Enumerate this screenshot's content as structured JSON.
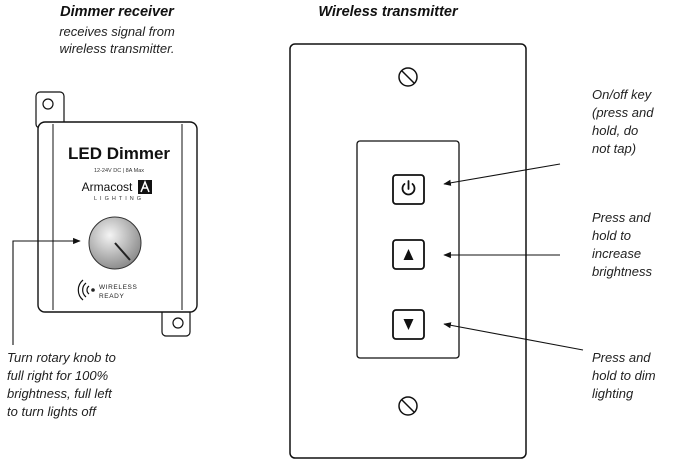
{
  "receiver": {
    "heading": "Dimmer receiver",
    "caption": [
      "receives signal from",
      "wireless transmitter."
    ],
    "title": "LED Dimmer",
    "spec": "12-24V DC  |  8A Max",
    "brand": "Armacost",
    "brand_sub": "LIGHTING",
    "wireless_badge": [
      "WIRELESS",
      "READY"
    ],
    "knob_note": [
      "Turn rotary knob to",
      "full right for 100%",
      "brightness, full left",
      "to turn lights off"
    ]
  },
  "transmitter": {
    "heading": "Wireless transmitter",
    "keys": [
      {
        "icon": "power-icon",
        "label": [
          "On/off key",
          "(press and",
          "hold, do",
          "not tap)"
        ]
      },
      {
        "icon": "triangle-up-icon",
        "label": [
          "Press and",
          "hold to",
          "increase",
          "brightness"
        ]
      },
      {
        "icon": "triangle-down-icon",
        "label": [
          "Press and",
          "hold to dim",
          "lighting"
        ]
      }
    ]
  },
  "icons": [
    "screw-slot-icon",
    "power-icon",
    "triangle-up-icon",
    "triangle-down-icon",
    "wireless-signal-icon",
    "armacost-logo"
  ]
}
